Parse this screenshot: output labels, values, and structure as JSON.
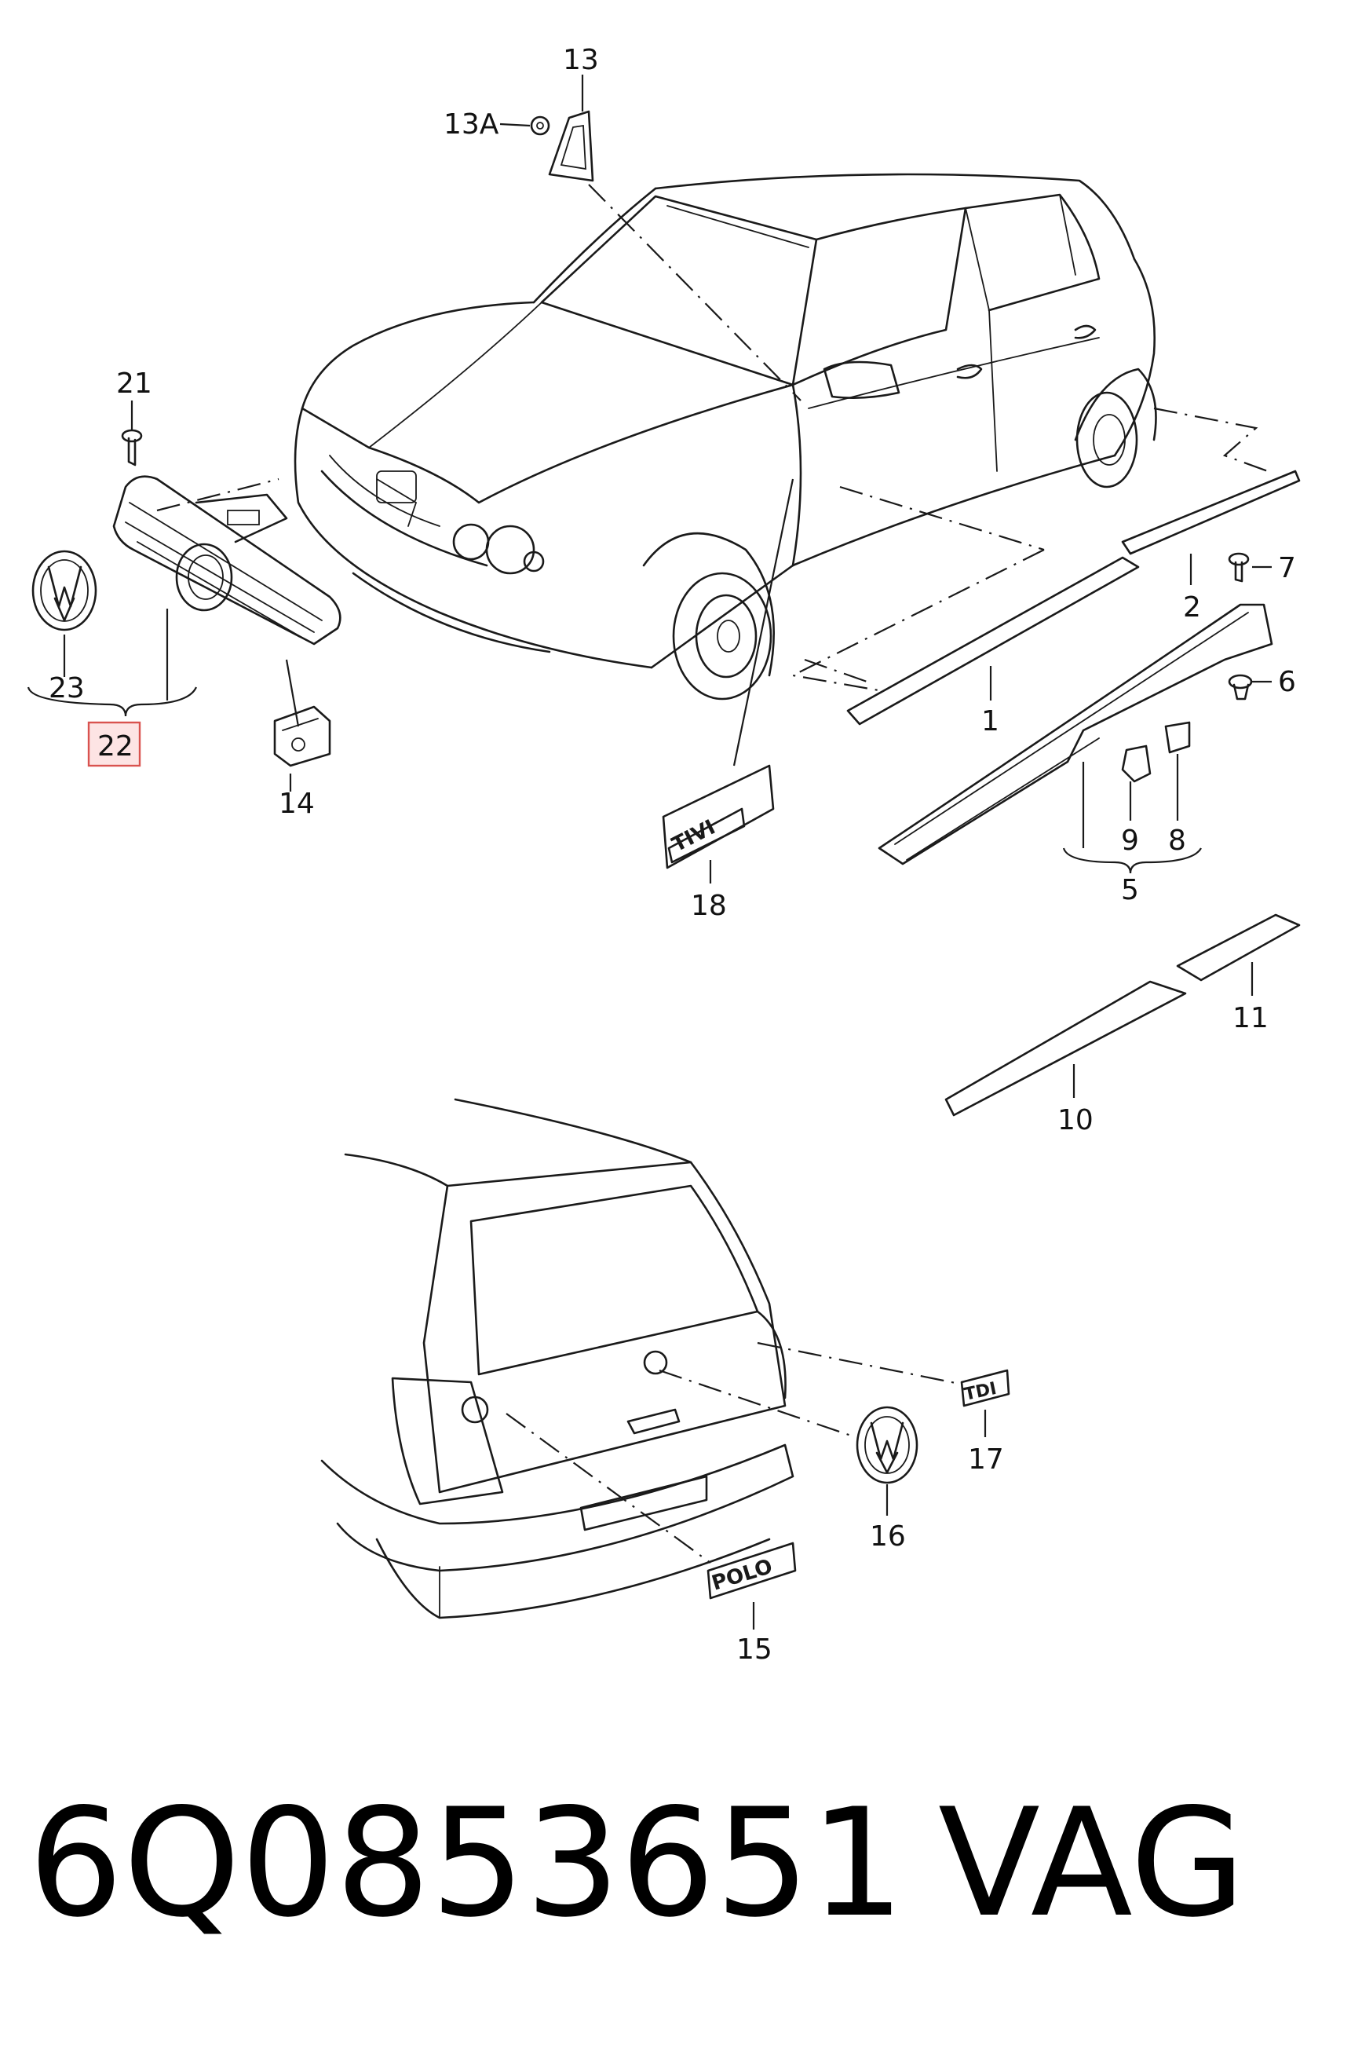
{
  "callouts": {
    "c1": "1",
    "c2": "2",
    "c5": "5",
    "c6": "6",
    "c7": "7",
    "c8": "8",
    "c9": "9",
    "c10": "10",
    "c11": "11",
    "c13": "13",
    "c13a": "13A",
    "c14": "14",
    "c15": "15",
    "c16": "16",
    "c17": "17",
    "c18": "18",
    "c21": "21",
    "c22": "22",
    "c23": "23"
  },
  "badges": {
    "polo": "POLO",
    "tdi": "TDI",
    "tivi": "TIVI"
  },
  "highlight_color": "#d9534f",
  "footer": {
    "part_number": "6Q0853651",
    "brand": "VAG"
  }
}
